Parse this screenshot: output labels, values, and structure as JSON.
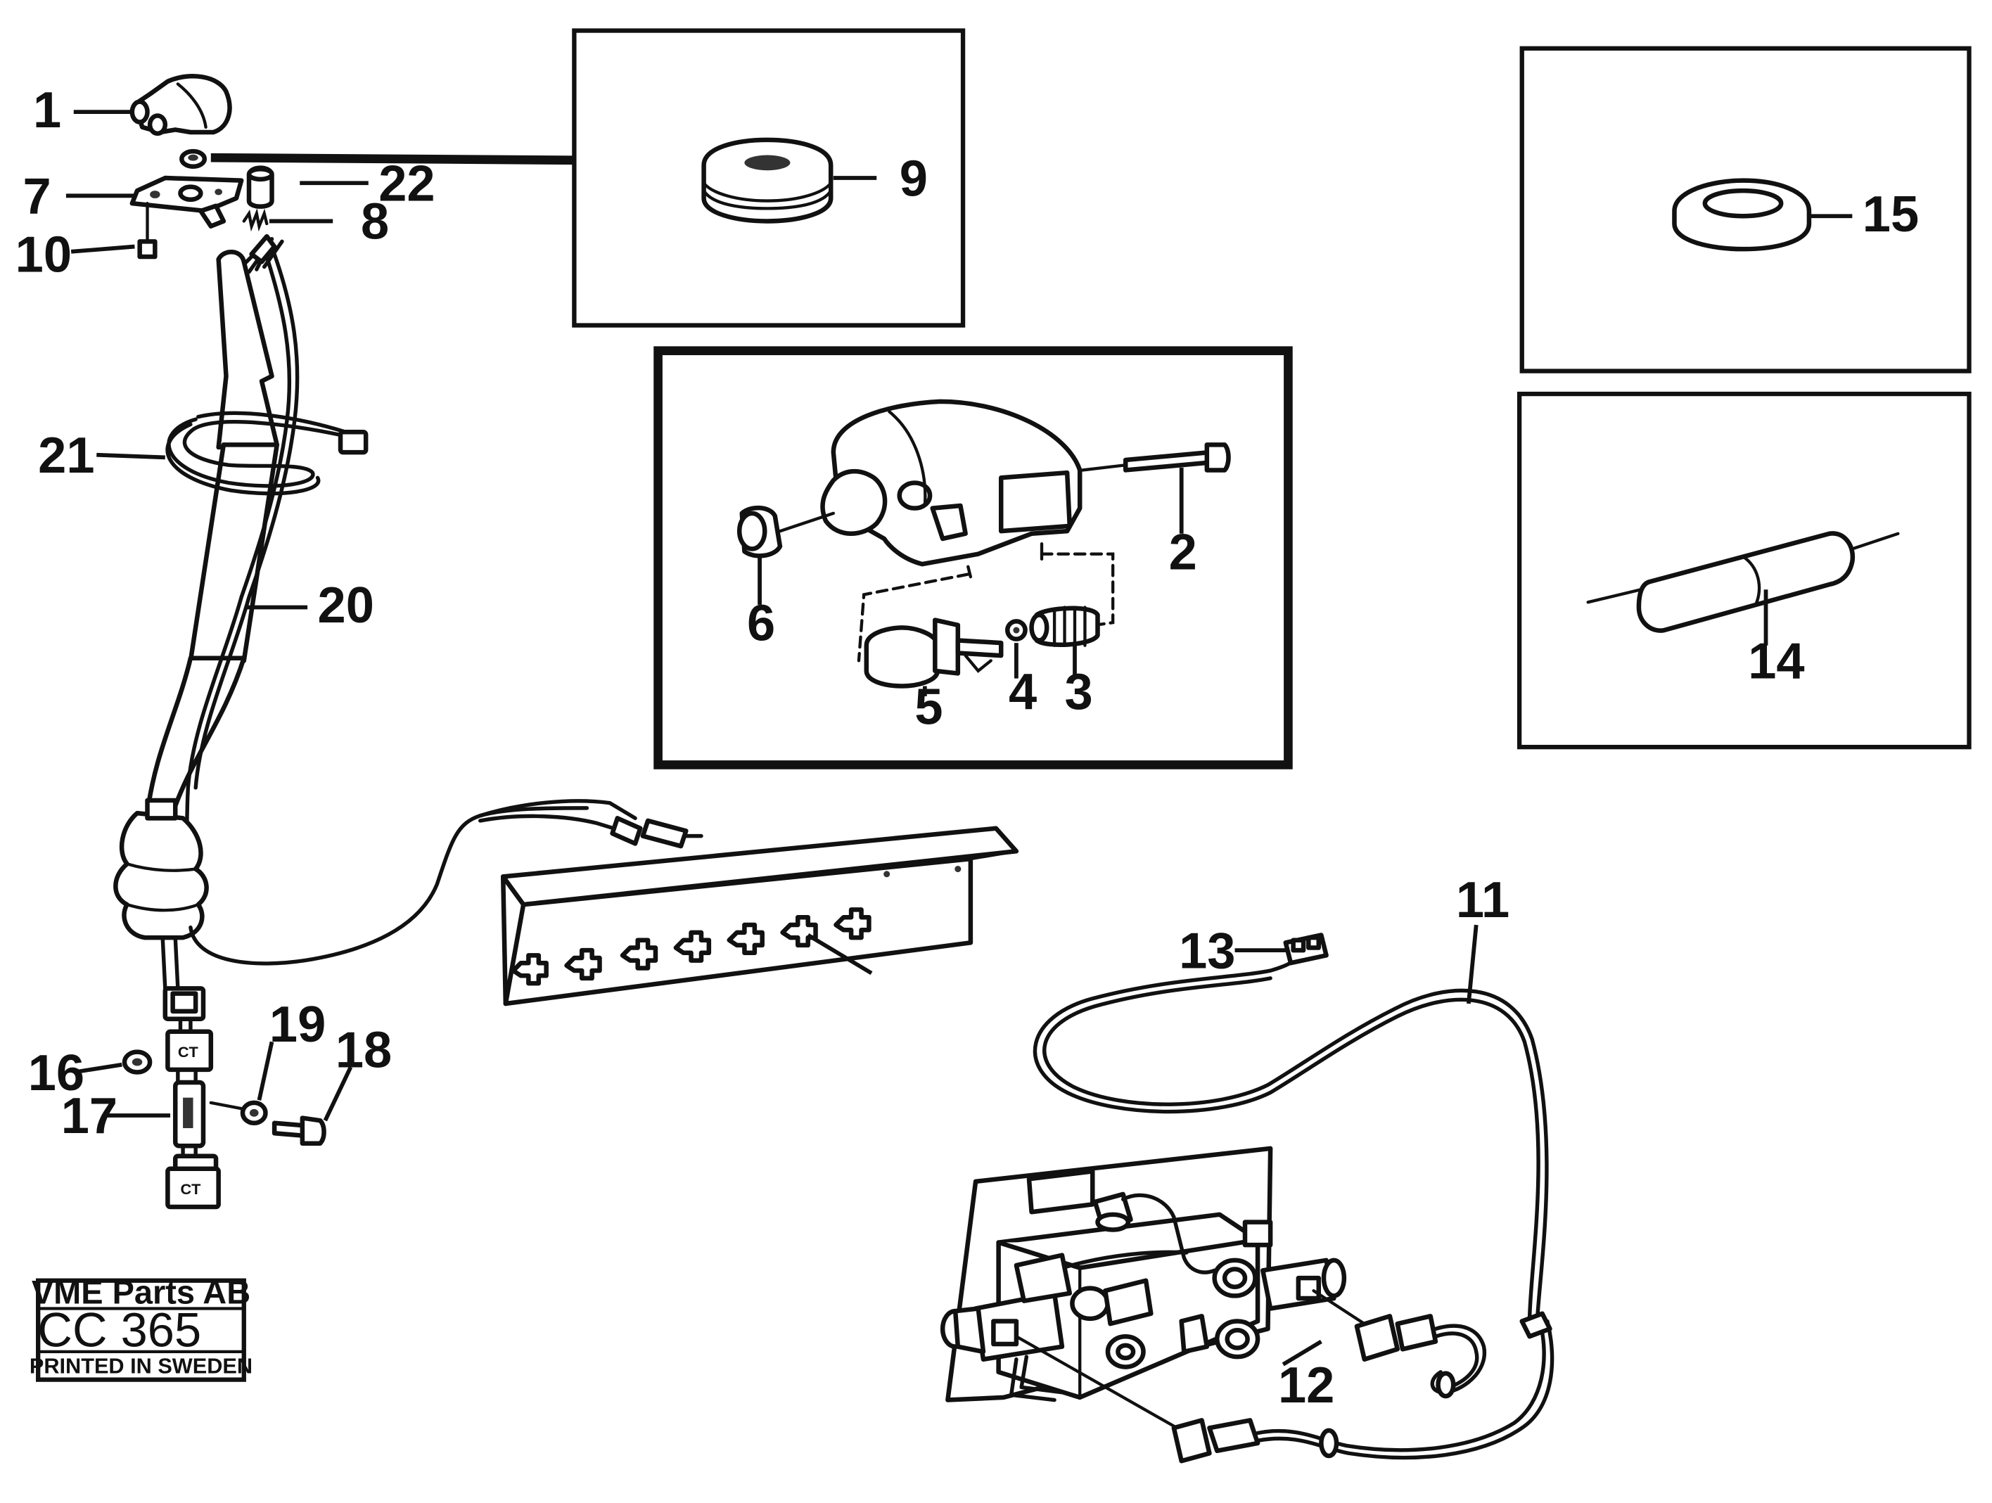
{
  "callouts": {
    "p1": "1",
    "p2": "2",
    "p3": "3",
    "p4": "4",
    "p5": "5",
    "p6": "6",
    "p7": "7",
    "p8": "8",
    "p9": "9",
    "p10": "10",
    "p11": "11",
    "p12": "12",
    "p13": "13",
    "p14": "14",
    "p15": "15",
    "p16": "16",
    "p17": "17",
    "p18": "18",
    "p19": "19",
    "p20": "20",
    "p21": "21",
    "p22": "22"
  },
  "title_block": {
    "company": "VME Parts AB",
    "code": "CC 365",
    "printed": "PRINTED IN SWEDEN"
  },
  "connector_marks": [
    "CT",
    "CT"
  ]
}
